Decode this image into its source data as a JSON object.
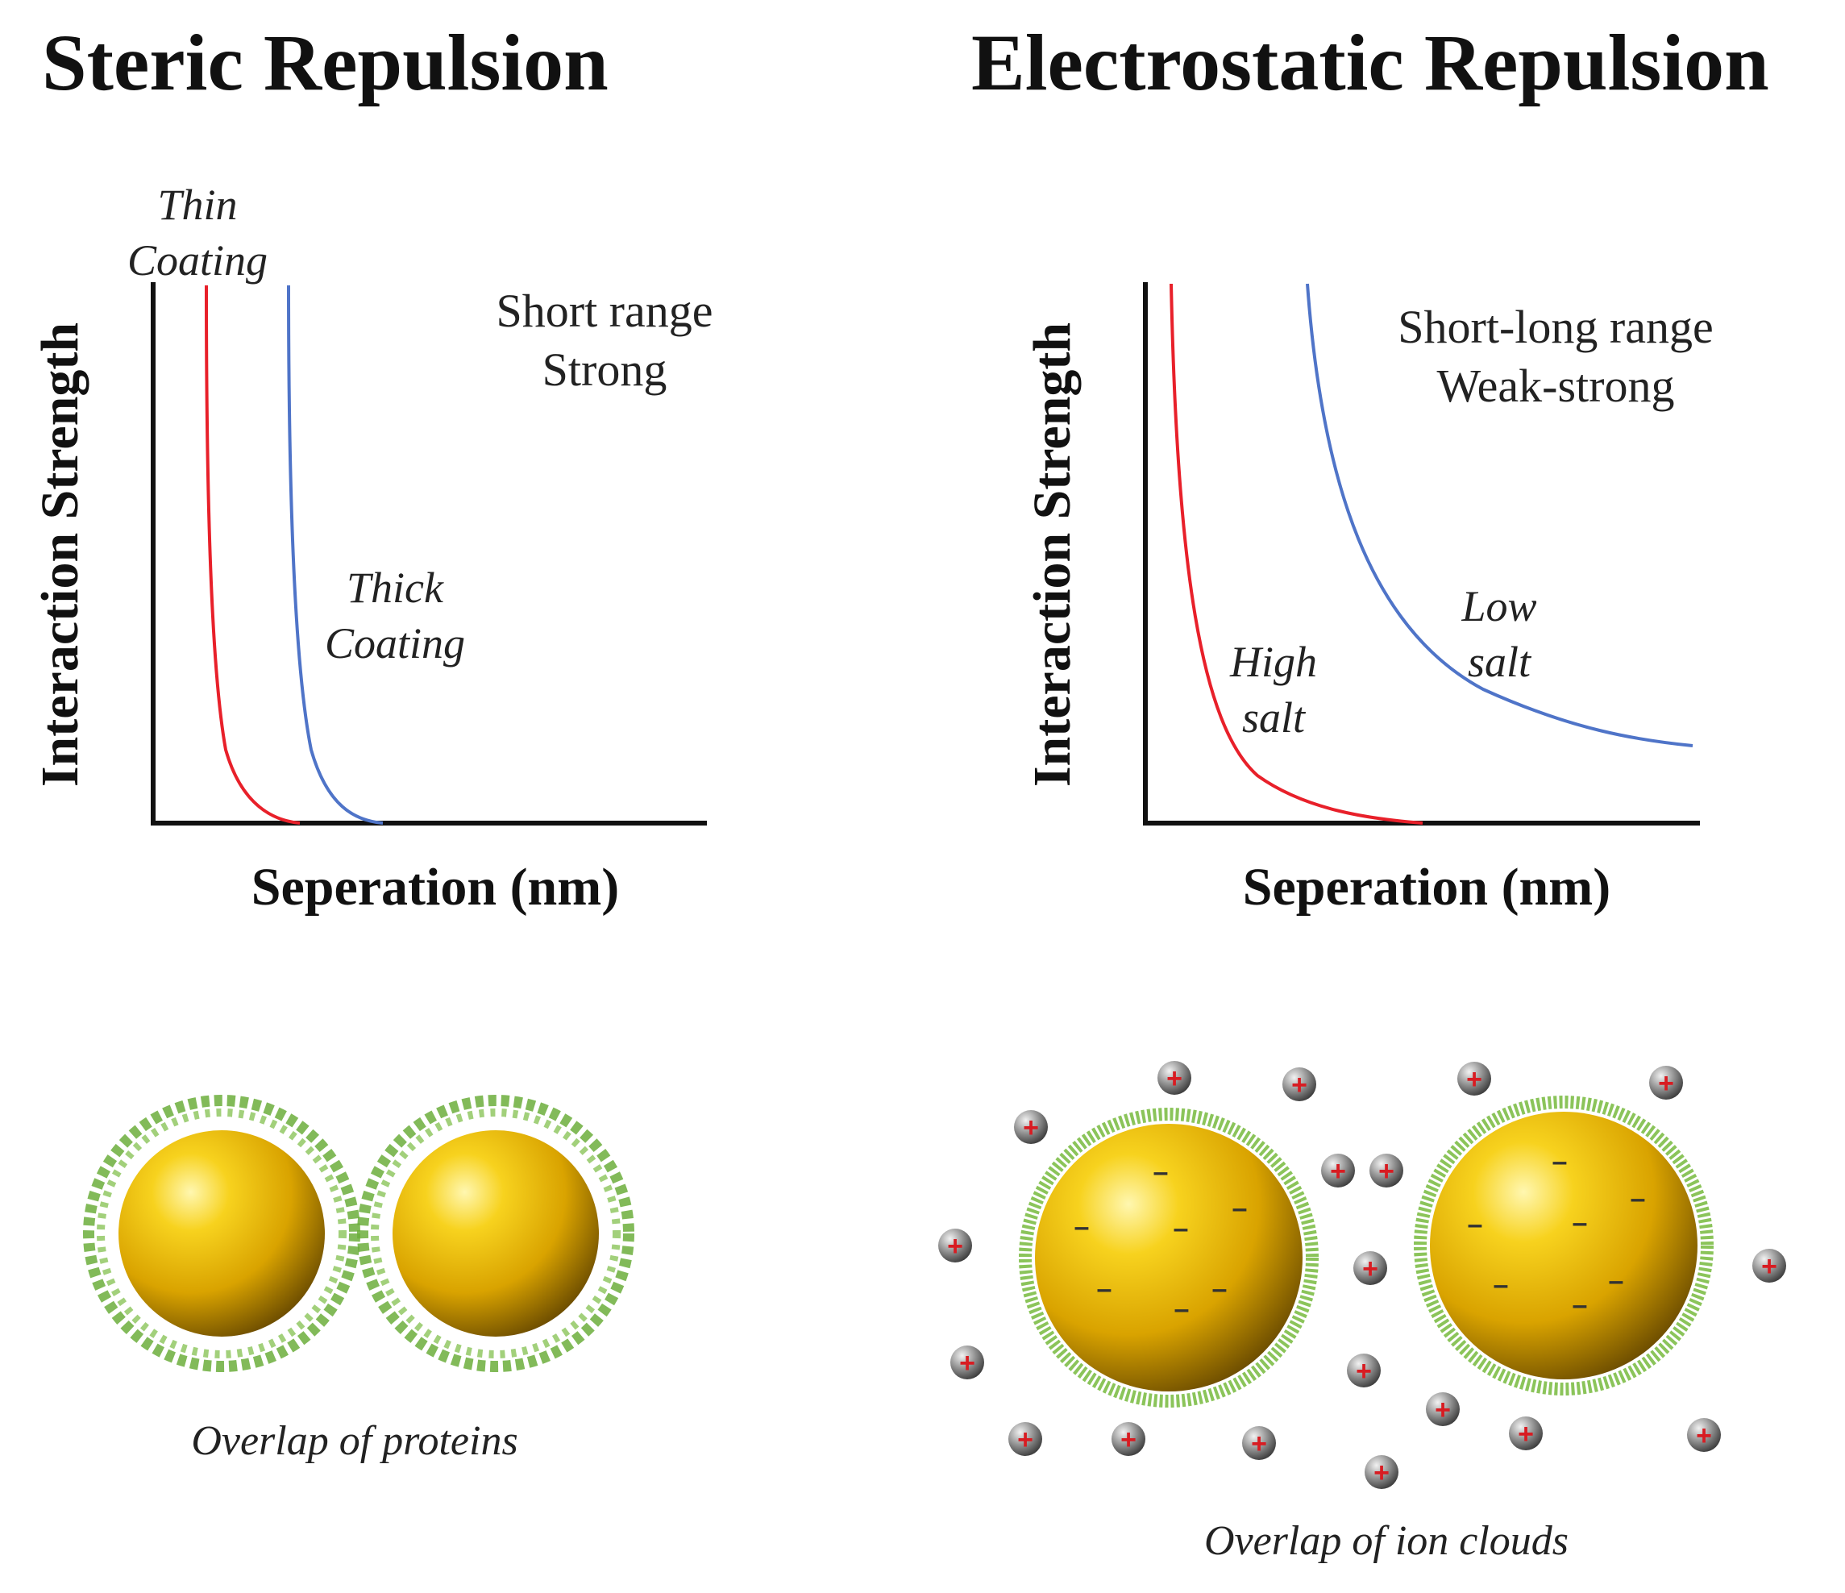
{
  "steric": {
    "title": "Steric Repulsion",
    "ylabel": "Interaction Strength",
    "xlabel": "Seperation (nm)",
    "note_line1": "Short range",
    "note_line2": "Strong",
    "thin_line1": "Thin",
    "thin_line2": "Coating",
    "thick_line1": "Thick",
    "thick_line2": "Coating",
    "caption": "Overlap of proteins"
  },
  "electrostatic": {
    "title": "Electrostatic Repulsion",
    "ylabel": "Interaction Strength",
    "xlabel": "Seperation (nm)",
    "note_line1": "Short-long range",
    "note_line2": "Weak-strong",
    "high_line1": "High",
    "high_line2": "salt",
    "low_line1": "Low",
    "low_line2": "salt",
    "caption": "Overlap of ion clouds",
    "positive_symbol": "+",
    "negative_symbol": "–"
  },
  "colors": {
    "red_curve": "#e8202a",
    "blue_curve": "#4f74c8",
    "axis": "#111111",
    "gold": "#e8b400",
    "coating_green": "#6cae3c",
    "ion_grey": "#8a8a8a",
    "ion_plus": "#d81c22"
  }
}
